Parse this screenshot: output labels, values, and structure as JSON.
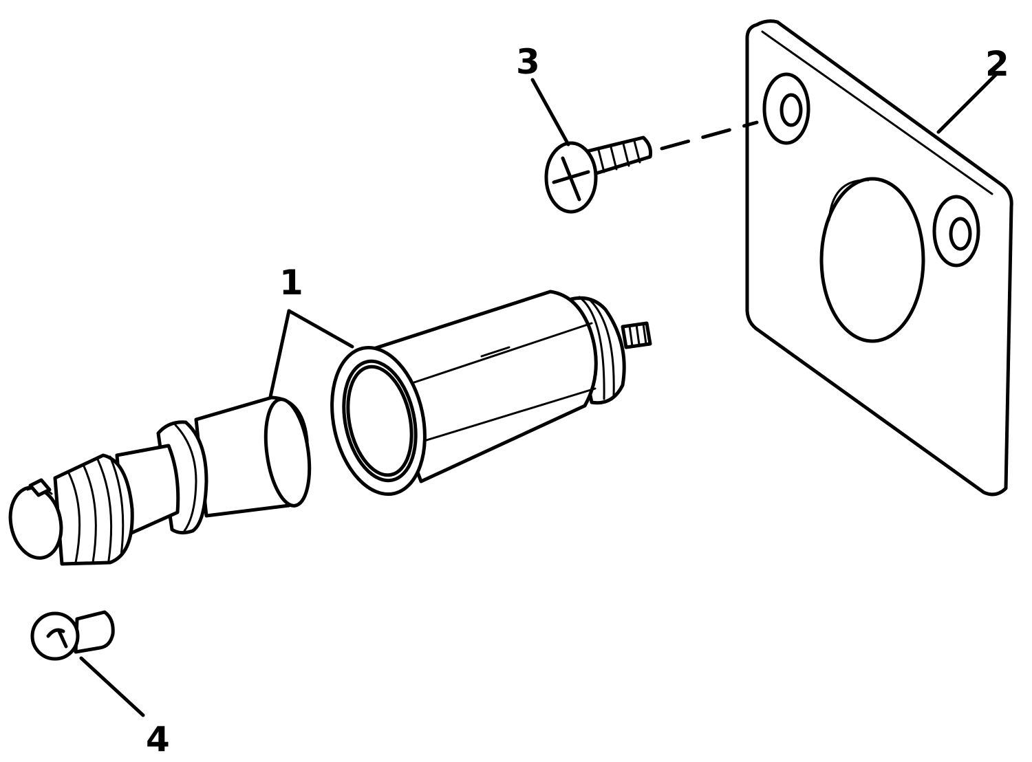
{
  "callouts": [
    {
      "id": "1",
      "text": "1"
    },
    {
      "id": "2",
      "text": "2"
    },
    {
      "id": "3",
      "text": "3"
    },
    {
      "id": "4",
      "text": "4"
    }
  ],
  "colors": {
    "ink": "#000000",
    "paper": "#ffffff"
  }
}
